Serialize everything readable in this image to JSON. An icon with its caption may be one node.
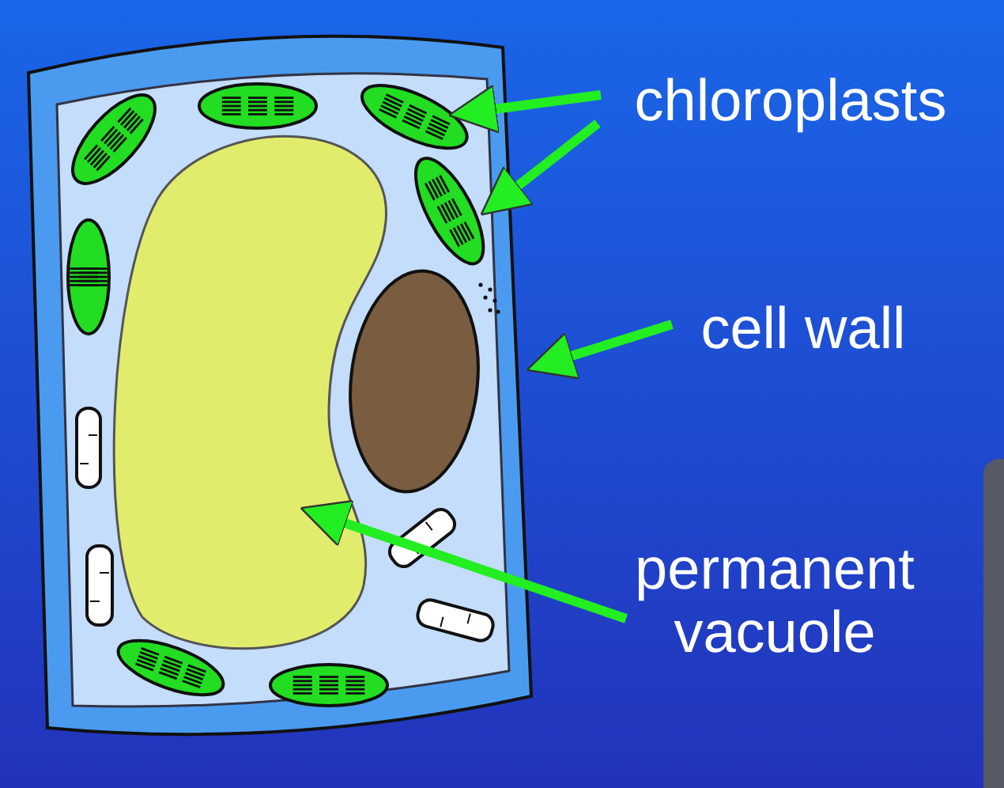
{
  "diagram": {
    "nodes": [
      {
        "text": [
          "chloroplasts"
        ]
      },
      {
        "text": [],
        "shape": "ellipse",
        "in": 4
      },
      {
        "text": [],
        "shape": "ellipse",
        "in": 4
      },
      {
        "text": [
          "cell wall"
        ]
      },
      {
        "text": [],
        "shape": "band"
      },
      {
        "text": [
          "permanent vacuole"
        ]
      },
      {
        "text": [],
        "shape": "blob",
        "in": 4
      }
    ],
    "edges": [
      {
        "from": 0,
        "to": 1,
        "arrow": "to"
      },
      {
        "from": 0,
        "to": 2,
        "arrow": "to"
      },
      {
        "from": 3,
        "to": 4,
        "arrow": "to"
      },
      {
        "from": 5,
        "to": 6,
        "arrow": "to"
      }
    ]
  }
}
